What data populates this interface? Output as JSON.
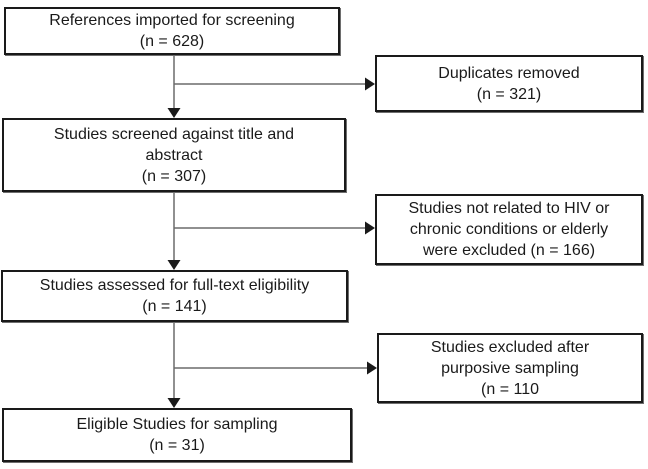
{
  "colors": {
    "background": "#ffffff",
    "box_fill": "#ffffff",
    "box_border": "#1a1a1a",
    "connector_line": "#6b6b6b",
    "arrowhead": "#1a1a1a",
    "text": "#1a1a1a"
  },
  "flow": {
    "boxes": [
      {
        "name": "references-imported",
        "lines": [
          "References imported for screening",
          "(n = 628)"
        ]
      },
      {
        "name": "screened-title-abstract",
        "lines": [
          "Studies screened against title and",
          "abstract",
          "(n = 307)"
        ]
      },
      {
        "name": "assessed-fulltext",
        "lines": [
          "Studies assessed for full-text eligibility",
          "(n = 141)"
        ]
      },
      {
        "name": "eligible-sampling",
        "lines": [
          "Eligible Studies for sampling",
          "(n = 31)"
        ]
      },
      {
        "name": "duplicates-removed",
        "lines": [
          "Duplicates removed",
          "(n = 321)"
        ]
      },
      {
        "name": "not-related-excluded",
        "lines": [
          "Studies not related to HIV or",
          "chronic conditions or elderly",
          "were excluded (n = 166)"
        ]
      },
      {
        "name": "excluded-purposive",
        "lines": [
          "Studies excluded after",
          "purposive sampling",
          "(n = 110"
        ]
      }
    ]
  }
}
